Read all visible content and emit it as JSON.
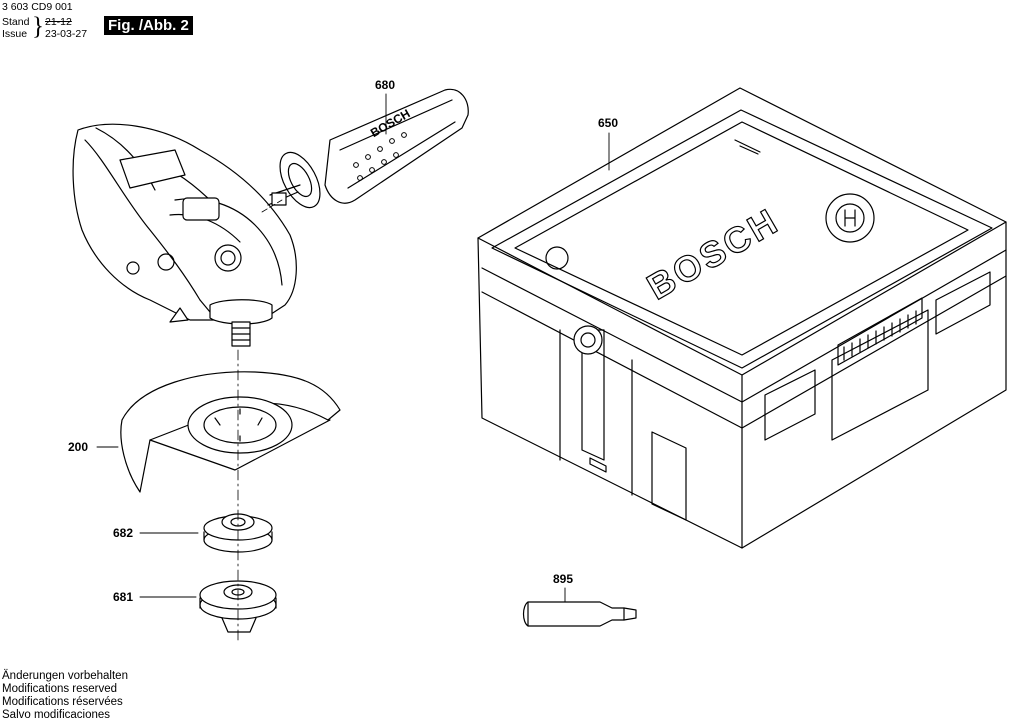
{
  "header": {
    "document_code": "3 603 CD9 001",
    "stand_label": "Stand",
    "stand_value": "21-12",
    "issue_label": "Issue",
    "issue_value": "23-03-27",
    "figure_label": "Fig. /Abb. 2"
  },
  "parts": {
    "p680": "680",
    "p650": "650",
    "p200": "200",
    "p682": "682",
    "p681": "681",
    "p895": "895"
  },
  "box_branding": {
    "lid_logo_text": "BOSCH",
    "handle_logo_text": "BOSCH"
  },
  "footer": {
    "notes": [
      "Änderungen vorbehalten",
      "Modifications reserved",
      "Modifications réservées",
      "Salvo modificaciones"
    ]
  }
}
